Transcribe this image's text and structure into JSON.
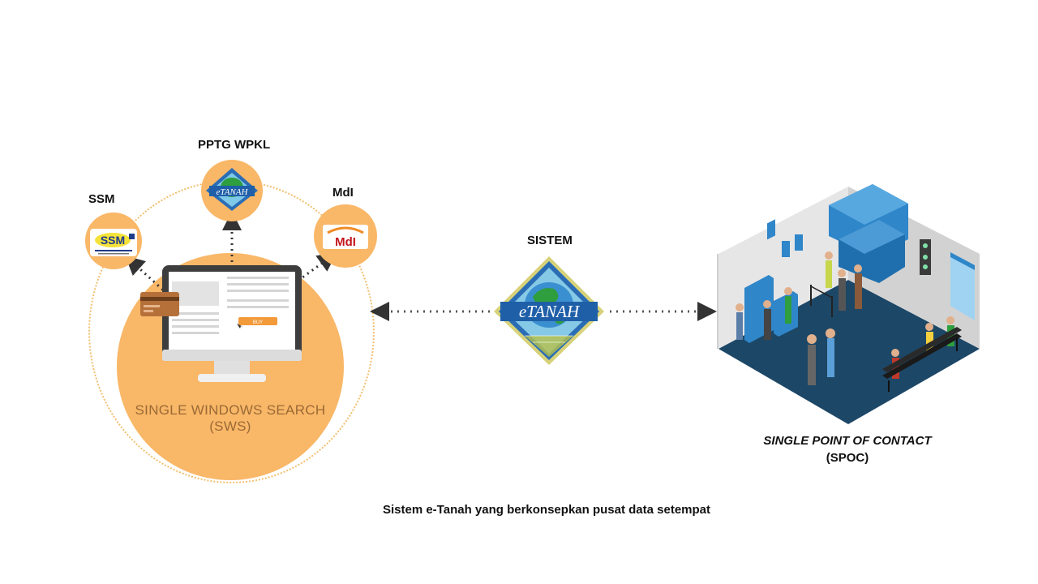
{
  "labels": {
    "pptg": "PPTG WPKL",
    "ssm": "SSM",
    "mdi": "MdI",
    "sistem": "SISTEM",
    "sws_line1": "SINGLE WINDOWS SEARCH",
    "sws_line2": "(SWS)",
    "spoc_line1": "SINGLE POINT OF CONTACT",
    "spoc_line2": "(SPOC)",
    "caption": "Sistem e-Tanah yang berkonsepkan pusat data setempat"
  },
  "logos": {
    "etanah_text": "eTANAH",
    "ssm_text": "SSM",
    "mdi_text": "MdI",
    "buy_button": "BUY"
  },
  "colors": {
    "orange": "#f9b768",
    "orbit": "#f2bf6e",
    "sws_text": "#9a6a35",
    "etanah_blue": "#1f5fa8",
    "etanah_green": "#2e9e3e",
    "etanah_yellow": "#f4e23a",
    "floor": "#1d4766"
  },
  "icons": [
    "monitor-icon",
    "credit-card-icon",
    "etanah-logo",
    "ssm-logo",
    "mdi-logo",
    "office-illustration"
  ]
}
